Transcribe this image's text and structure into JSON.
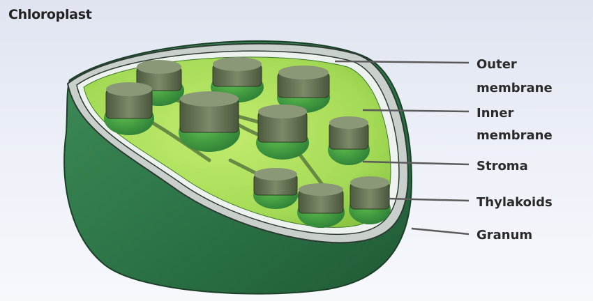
{
  "title": "Chloroplast",
  "labels": {
    "outer_membrane_1": "Outer",
    "outer_membrane_2": "membrane",
    "inner_membrane_1": "Inner",
    "inner_membrane_2": "membrane",
    "stroma": "Stroma",
    "thylakoids": "Thylakoids",
    "granum": "Granum"
  },
  "colors": {
    "outer_body": "#2f7a4a",
    "stroma": "#a6dd5a",
    "granum": "#3c9a3e",
    "membrane": "#cfd6d2"
  }
}
